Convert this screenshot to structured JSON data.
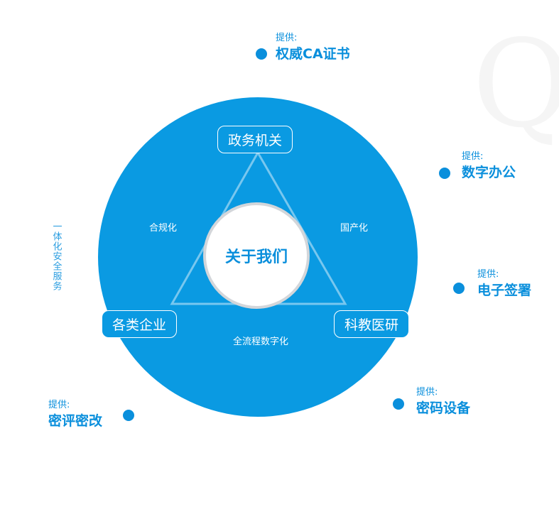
{
  "watermark": "Q",
  "center": "关于我们",
  "nodes": {
    "top": "政务机关",
    "left": "各类企业",
    "right": "科教医研"
  },
  "edges": {
    "left": "合规化",
    "right": "国产化",
    "bottom": "全流程数字化"
  },
  "side_label": "一体化安全服务",
  "provide_prefix": "提供:",
  "services": [
    "权威CA证书",
    "数字办公",
    "电子签署",
    "密码设备",
    "密评密改"
  ],
  "colors": {
    "primary": "#0a9ae2",
    "text": "#0a8fdc"
  }
}
